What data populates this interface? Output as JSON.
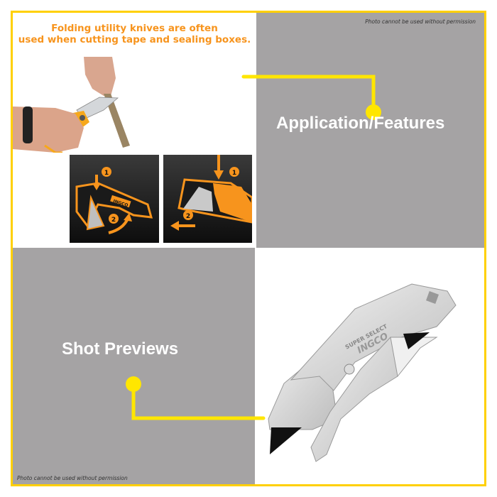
{
  "headline": "Folding utility knives are often used when cutting tape and sealing boxes.",
  "headline_lines": [
    "Folding utility knives are often",
    "used when cutting tape and sealing boxes."
  ],
  "notice_top": "Photo cannot be used without permission",
  "notice_bottom": "Photo cannot be used without permission",
  "labels": {
    "application": "Application/Features",
    "shot": "Shot Previews"
  },
  "diagrams": {
    "step1": "1",
    "step2": "2",
    "brand": "INGCO"
  },
  "product": {
    "engraving_1": "SUPER SELECT",
    "engraving_2": "INGCO"
  },
  "colors": {
    "frame": "#FFD000",
    "connector": "#FFE600",
    "headline": "#F7941D",
    "panel_gray": "#A5A3A4",
    "accent_orange": "#F7941D"
  }
}
